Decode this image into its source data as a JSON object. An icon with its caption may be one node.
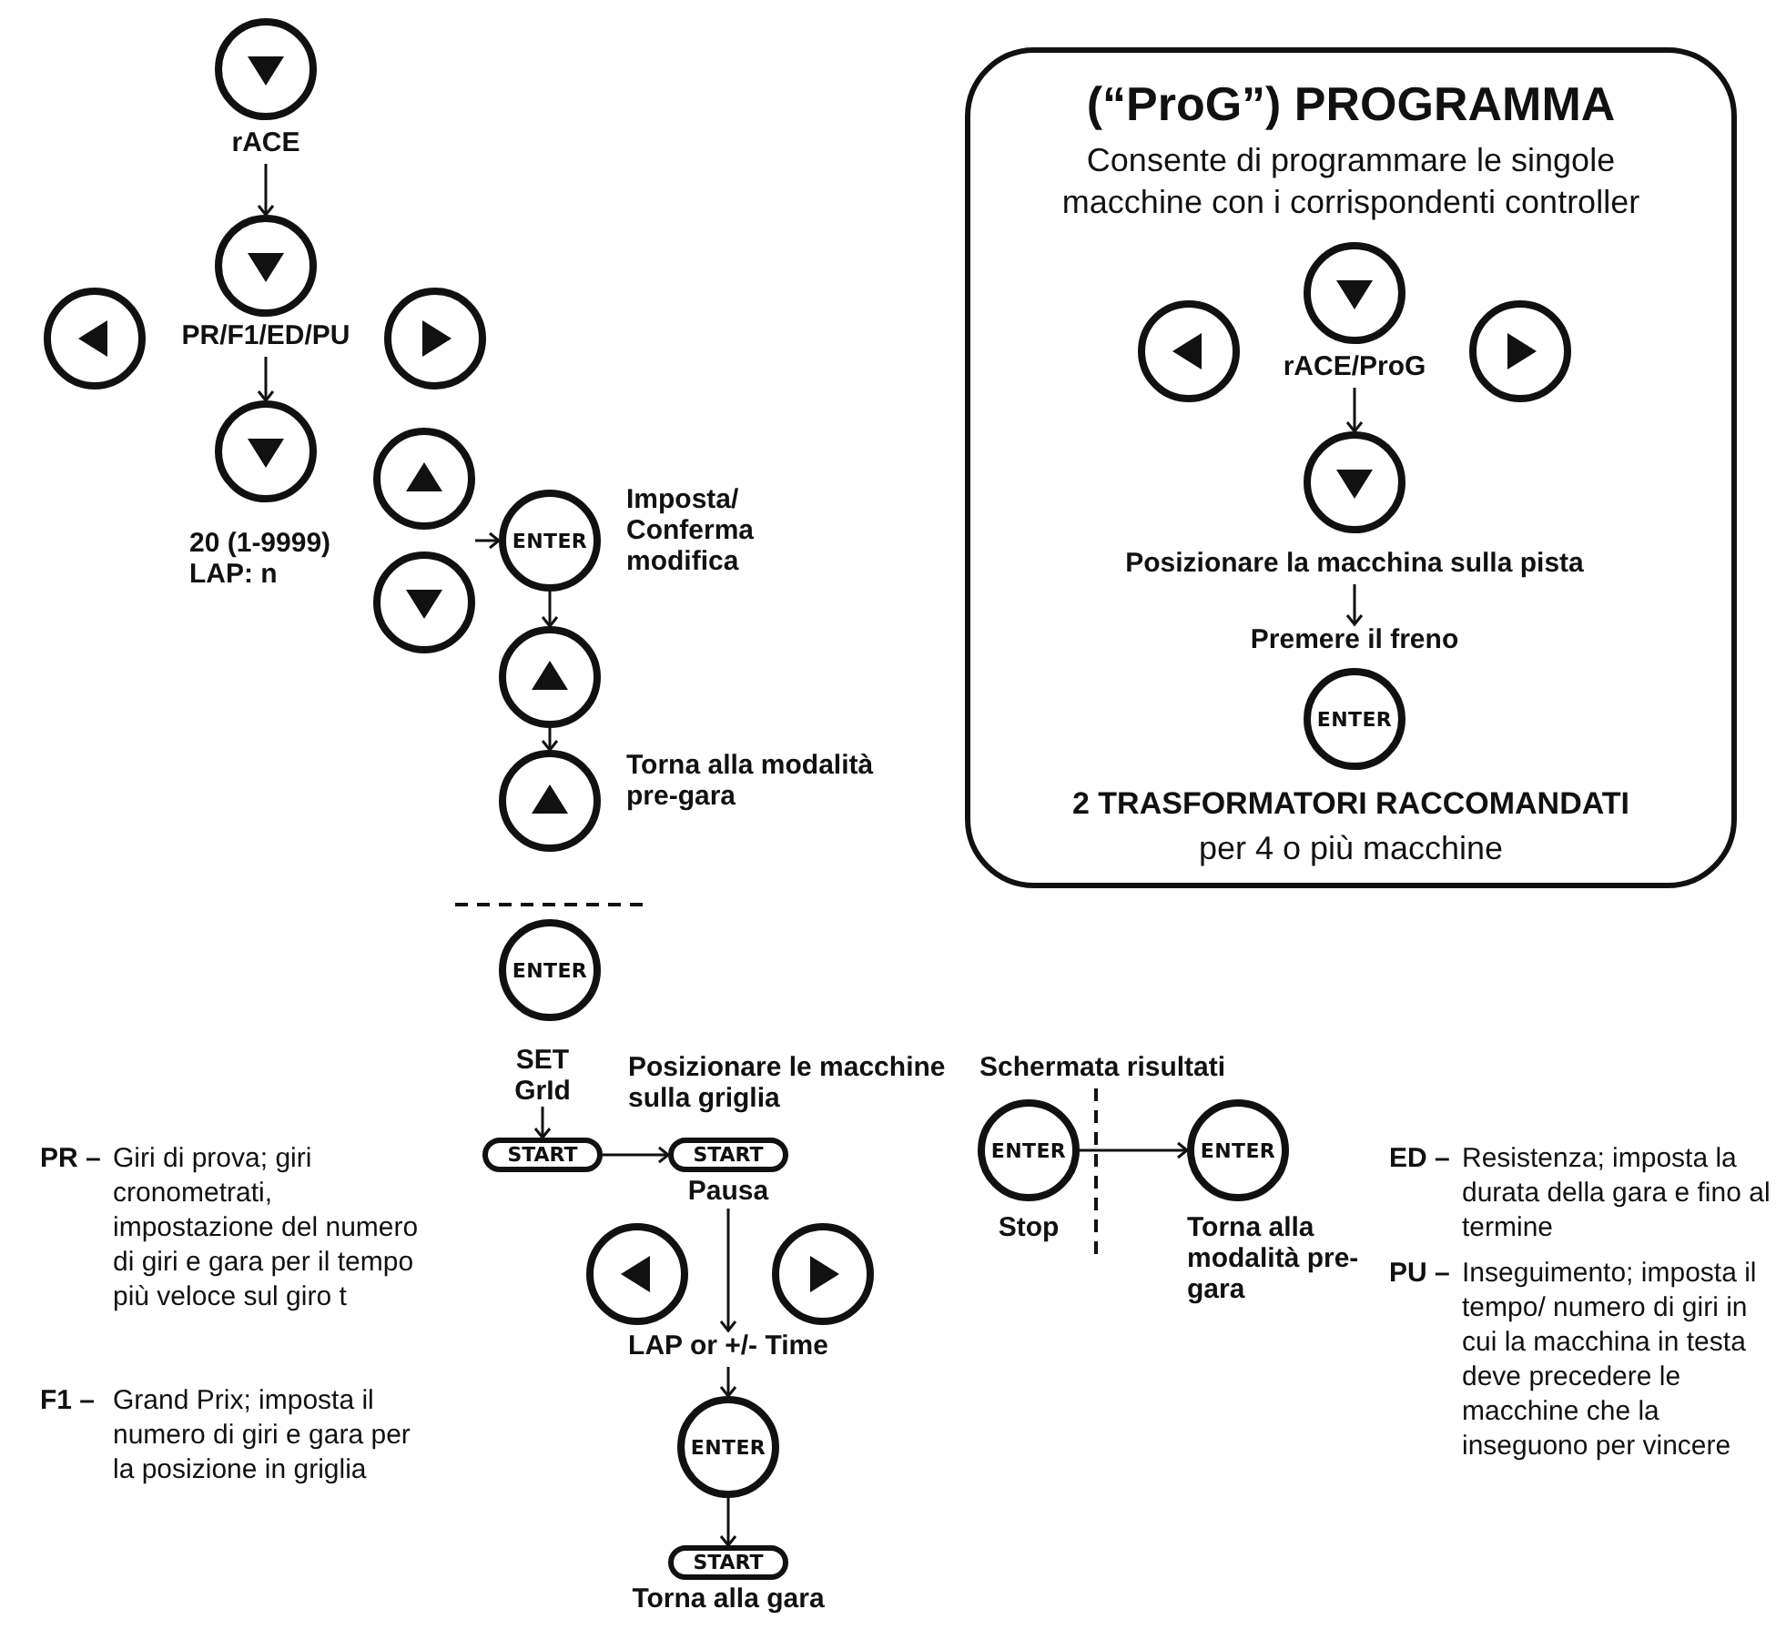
{
  "diagram": {
    "nodes": [
      {
        "text": [],
        "shape": "circle"
      },
      {
        "text": [
          "rACE"
        ]
      },
      {
        "text": [],
        "shape": "circle"
      },
      {
        "text": [],
        "shape": "circle"
      },
      {
        "text": [
          "PR/F1/ED/PU"
        ]
      },
      {
        "text": [],
        "shape": "circle"
      },
      {
        "text": [],
        "shape": "circle"
      },
      {
        "text": [
          "20 (1-9999) LAP: n"
        ]
      },
      {
        "text": [],
        "shape": "circle"
      },
      {
        "text": [],
        "shape": "circle"
      },
      {
        "text": [
          "ENTER"
        ],
        "beside": [
          "Imposta/ Conferma modifica"
        ]
      },
      {
        "text": [],
        "shape": "circle"
      },
      {
        "text": [],
        "shape": "circle",
        "beside": [
          "Torna alla modalità pre-gara"
        ]
      },
      {
        "text": [
          "ENTER"
        ]
      },
      {
        "text": [
          "SET GrId"
        ]
      },
      {
        "text": [
          "START"
        ]
      },
      {
        "text": [
          "START"
        ]
      },
      {
        "text": [
          "Pausa"
        ]
      },
      {
        "text": [],
        "shape": "circle"
      },
      {
        "text": [],
        "shape": "circle"
      },
      {
        "text": [
          "LAP or +/- Time"
        ]
      },
      {
        "text": [
          "ENTER"
        ]
      },
      {
        "text": [
          "START"
        ],
        "beside": [
          "Torna alla gara"
        ]
      },
      {
        "text": [
          "ENTER"
        ],
        "beside": [
          "Stop"
        ]
      },
      {
        "text": [
          "ENTER"
        ],
        "beside": [
          "Torna alla modalità pre-gara"
        ]
      },
      {
        "text": [
          "(“ProG”) PROGRAMMA",
          "Consente di programmare le singole macchine con i corrispondenti controller",
          "2 TRASFORMATORI RACCOMANDATI",
          "per 4 o più macchine"
        ]
      },
      {
        "text": [],
        "shape": "circle",
        "in": 25
      },
      {
        "text": [],
        "shape": "circle",
        "in": 25
      },
      {
        "text": [
          "rACE/ProG"
        ],
        "in": 25
      },
      {
        "text": [],
        "shape": "circle",
        "in": 25
      },
      {
        "text": [],
        "shape": "circle",
        "in": 25
      },
      {
        "text": [
          "Posizionare la macchina sulla pista"
        ],
        "in": 25
      },
      {
        "text": [
          "Premere il freno"
        ],
        "in": 25
      },
      {
        "text": [
          "ENTER"
        ],
        "in": 25
      }
    ],
    "edges": [
      {
        "from": 1,
        "to": 2,
        "arrow": "to"
      },
      {
        "from": 4,
        "to": 6,
        "arrow": "to"
      },
      {
        "from": 8,
        "to": 10,
        "arrow": "to"
      },
      {
        "from": 10,
        "to": 11,
        "arrow": "to"
      },
      {
        "from": 11,
        "to": 12,
        "arrow": "to"
      },
      {
        "from": 14,
        "to": 15,
        "arrow": "to"
      },
      {
        "from": 15,
        "to": 16,
        "arrow": "to"
      },
      {
        "from": 17,
        "to": 20,
        "arrow": "to"
      },
      {
        "from": 20,
        "to": 21,
        "arrow": "to"
      },
      {
        "from": 21,
        "to": 22,
        "arrow": "to"
      },
      {
        "from": 23,
        "to": 24,
        "arrow": "to"
      },
      {
        "from": 28,
        "to": 30,
        "arrow": "to"
      },
      {
        "from": 31,
        "to": 32,
        "arrow": "to"
      }
    ],
    "labels": [
      "Posizionare le macchine sulla griglia",
      "Schermata risultati",
      "PR –",
      "Giri di prova; giri cronometrati, impostazione del numero di giri e gara per il tempo più veloce sul giro t",
      "ED –",
      "Resistenza; imposta la durata della gara e fino al termine",
      "PU –",
      "Inseguimento; imposta il tempo/ numero di giri in cui la macchina in testa deve precedere le macchine che la inseguono per vincere",
      "F1 –",
      "Grand Prix; imposta il numero di giri e gara per la posizione in griglia"
    ]
  }
}
